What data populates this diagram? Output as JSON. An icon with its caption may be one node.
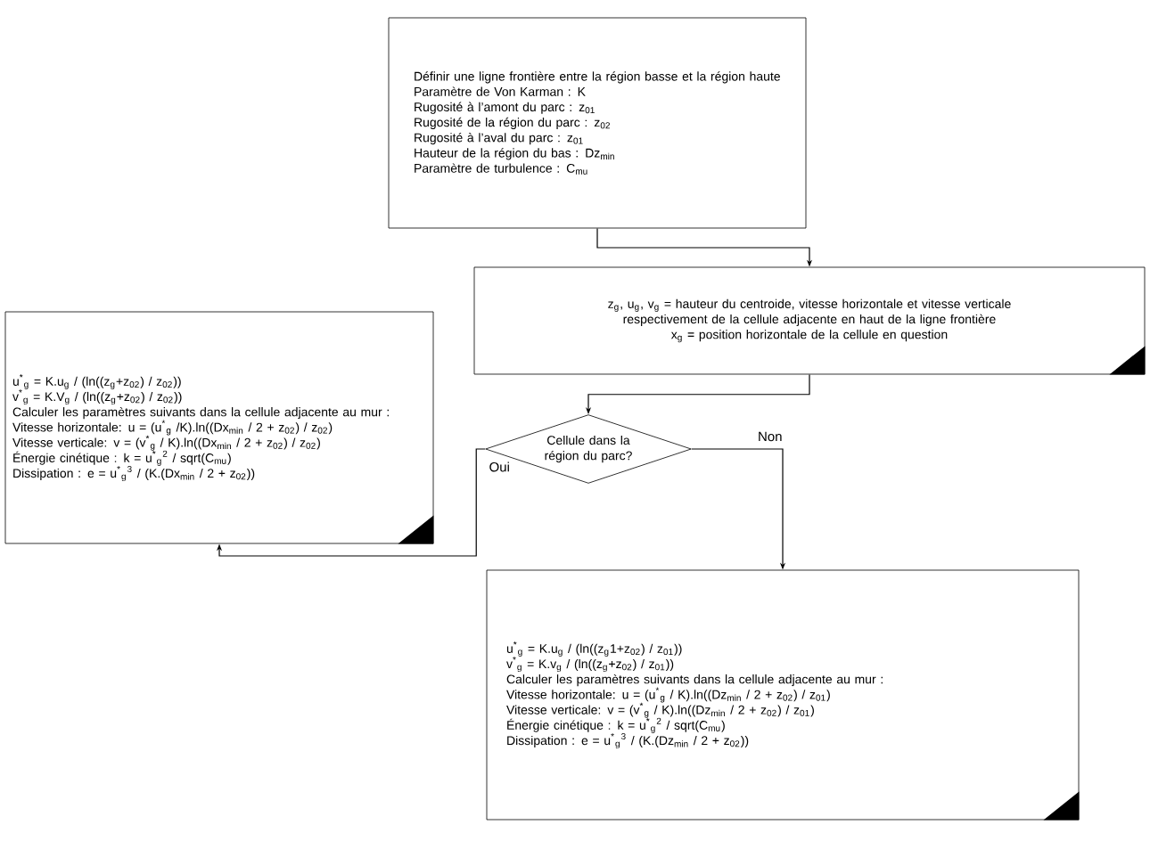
{
  "diagram": {
    "nodes": [
      {
        "text": [
          "Définir une ligne frontière entre la région basse et la région haute",
          "Paramètre de Von Karman : K",
          "Rugosité à l’amont du parc : z$_{01}$",
          "Rugosité de la région du parc : z$_{02}$",
          "Rugosité à l’aval du parc : z$_{01}$",
          "Hauteur de la région du bas : Dz$_{min}$",
          "Paramètre de turbulence : C$_{mu}$"
        ]
      },
      {
        "text": [
          "z$_{g}$, u$_{g}$, v$_{g}$ = hauteur du centroide, vitesse horizontale et vitesse verticale respectivement de la cellule adjacente en haut de la ligne frontière",
          "x$_{g}$ = position horizontale de la cellule en question"
        ]
      },
      {
        "text": [
          "Cellule dans la région du parc?"
        ]
      },
      {
        "text": [
          "u$^{*}$$_{g}$ = K.u$_{g}$ / (ln((z$_{g}$+z$_{02}$) / z$_{02}$))",
          "v$^{*}$$_{g}$ = K.V$_{g}$ / (ln((z$_{g}$+z$_{02}$) / z$_{02}$))",
          "Calculer les paramètres suivants dans la cellule adjacente au mur :",
          "Vitesse horizontale: u = (u$^{*}$$_{g}$ /K).ln((Dx$_{min}$ / 2 + z$_{02}$) / z$_{02}$)",
          "Vitesse verticale: v = (v$^{*}$$_{g}$ / K).ln((Dx$_{min}$ / 2 + z$_{02}$) / z$_{02}$)",
          "Énergie cinétique : k = u$^{*}$$_{g}$$^{2}$ / sqrt(C$_{mu}$)",
          "Dissipation : e = u$^{*}$$_{g}$$^{3}$ / (K.(Dx$_{min}$ / 2 + z$_{02}$))"
        ]
      },
      {
        "text": [
          "u$^{*}$$_{g}$ = K.u$_{g}$ / (ln((z$_{g}$1+z$_{02}$) / z$_{01}$))",
          "v$^{*}$$_{g}$ = K.v$_{g}$ / (ln((z$_{g}$+z$_{02}$) / z$_{01}$))",
          "Calculer les paramètres suivants dans la cellule adjacente au mur :",
          "Vitesse horizontale: u = (u$^{*}$$_{g}$ / K).ln((Dz$_{min}$ / 2 + z$_{02}$) / z$_{01}$)",
          "Vitesse verticale: v = (v$^{*}$$_{g}$ / K).ln((Dz$_{min}$ / 2 + z$_{02}$) / z$_{01}$)",
          "Énergie cinétique : k = u$^{*}$$_{g}$$^{2}$ / sqrt(C$_{mu}$)",
          "Dissipation : e = u$^{*}$$_{g}$$^{3}$ / (K.(Dz$_{min}$ / 2 + z$_{02}$))"
        ]
      }
    ],
    "edges": [
      {
        "from": 0,
        "to": 1,
        "arrow": "to"
      },
      {
        "from": 1,
        "to": 2,
        "arrow": "to"
      },
      {
        "from": 2,
        "to": 3,
        "arrow": "to",
        "label": "Oui"
      },
      {
        "from": 2,
        "to": 4,
        "arrow": "to",
        "label": "Non"
      }
    ]
  }
}
